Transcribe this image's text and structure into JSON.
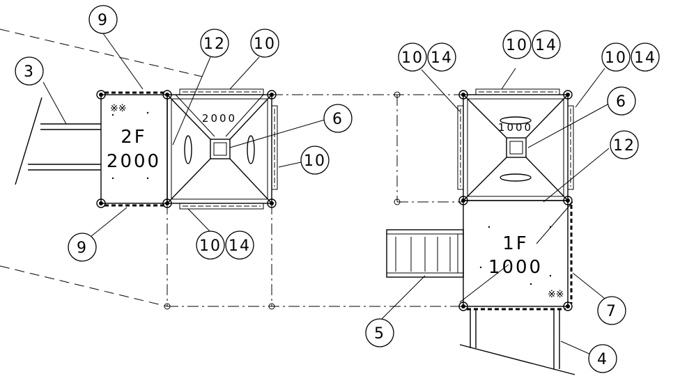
{
  "drawing": {
    "platform_2f": {
      "floor": "2F",
      "height": "2000"
    },
    "platform_1f": {
      "floor": "1F",
      "height": "1000"
    },
    "roof_left_height": "2000",
    "roof_right_height": "1000"
  },
  "callouts": {
    "c9_top": "9",
    "c3": "3",
    "c12_left": "12",
    "c10_top": "10",
    "c6_left": "6",
    "c10_right": "10",
    "c9_bottom": "9",
    "c10_bottom_a": "10",
    "c14_bottom_b": "14",
    "c10_tl_a": "10",
    "c14_tl_b": "14",
    "c10_tc_a": "10",
    "c14_tc_b": "14",
    "c10_tr_a": "10",
    "c14_tr_b": "14",
    "c6_right": "6",
    "c12_right": "12",
    "c5": "5",
    "c7": "7",
    "c4": "4"
  }
}
